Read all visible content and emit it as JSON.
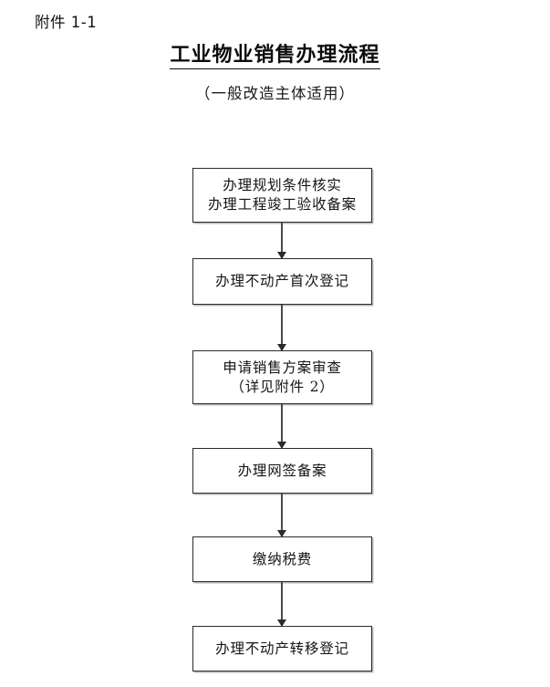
{
  "document": {
    "attachment_label": "附件 1-1",
    "title": "工业物业销售办理流程",
    "subtitle": "（一般改造主体适用）",
    "background_color": "#ffffff",
    "text_color": "#161616",
    "box_border_color": "#2b2b2b",
    "connector_color": "#4a4a4a"
  },
  "chart_data": {
    "type": "flowchart",
    "title": "工业物业销售办理流程",
    "subtitle": "（一般改造主体适用）",
    "orientation": "top-to-bottom",
    "node_count": 6,
    "nodes": [
      {
        "id": "step-1",
        "order": 1,
        "label": "办理规划条件核实\n办理工程竣工验收备案",
        "lines": [
          "办理规划条件核实",
          "办理工程竣工验收备案"
        ],
        "shape": "rectangle"
      },
      {
        "id": "step-2",
        "order": 2,
        "label": "办理不动产首次登记",
        "lines": [
          "办理不动产首次登记"
        ],
        "shape": "rectangle"
      },
      {
        "id": "step-3",
        "order": 3,
        "label": "申请销售方案审查\n（详见附件 2）",
        "lines": [
          "申请销售方案审查",
          "（详见附件 2）"
        ],
        "shape": "rectangle"
      },
      {
        "id": "step-4",
        "order": 4,
        "label": "办理网签备案",
        "lines": [
          "办理网签备案"
        ],
        "shape": "rectangle"
      },
      {
        "id": "step-5",
        "order": 5,
        "label": "缴纳税费",
        "lines": [
          "缴纳税费"
        ],
        "shape": "rectangle"
      },
      {
        "id": "step-6",
        "order": 6,
        "label": "办理不动产转移登记",
        "lines": [
          "办理不动产转移登记"
        ],
        "shape": "rectangle"
      }
    ],
    "edges": [
      {
        "from": "step-1",
        "to": "step-2",
        "style": "solid-arrow",
        "label": ""
      },
      {
        "from": "step-2",
        "to": "step-3",
        "style": "solid-arrow",
        "label": ""
      },
      {
        "from": "step-3",
        "to": "step-4",
        "style": "solid-arrow",
        "label": ""
      },
      {
        "from": "step-4",
        "to": "step-5",
        "style": "solid-arrow",
        "label": ""
      },
      {
        "from": "step-5",
        "to": "step-6",
        "style": "solid-arrow",
        "label": ""
      }
    ]
  }
}
